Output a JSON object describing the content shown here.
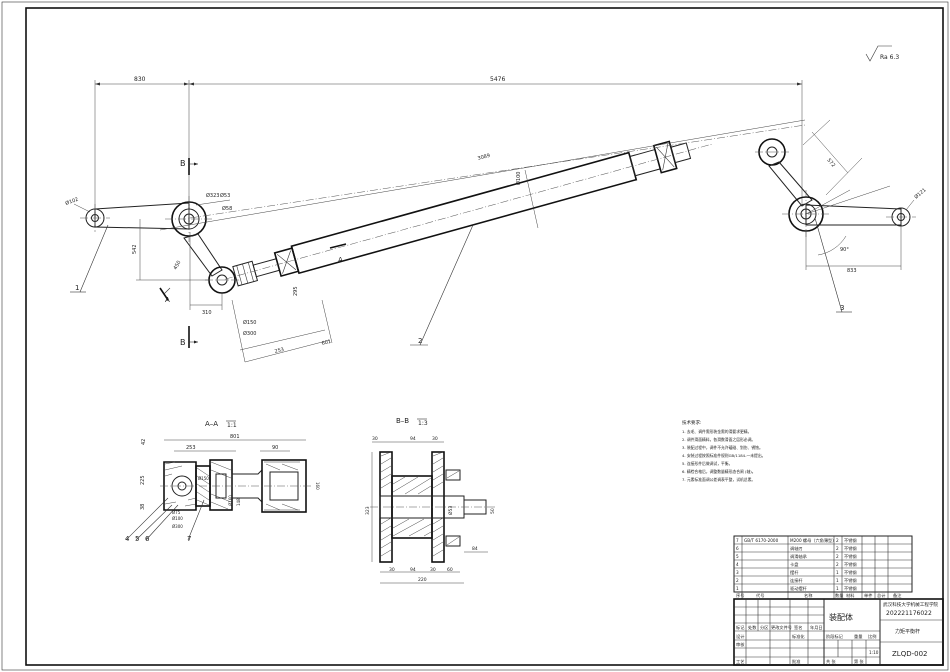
{
  "roughness": "Ra 6.3",
  "main_view": {
    "dim_830": "830",
    "dim_5476": "5476",
    "dim_3089": "3089",
    "dia_102_left": "Ø102",
    "dia_323": "Ø323",
    "dia_53": "Ø53",
    "dia_58": "Ø58",
    "dim_542": "542",
    "dim_450": "450",
    "dim_310": "310",
    "dia_150": "Ø150",
    "dia_300": "Ø300",
    "dim_253": "253",
    "dim_601": "601",
    "dim_295": "295",
    "dia_100": "Ø100",
    "dia_121_right": "Ø121",
    "dim_572": "572",
    "dim_833": "833",
    "angle_90": "90°",
    "section_b_top": "B",
    "section_b_bottom": "B",
    "section_a_left": "A",
    "section_a_mid": "A",
    "balloon_1": "1",
    "balloon_2": "2",
    "balloon_3": "3"
  },
  "section_aa": {
    "title": "A–A",
    "scale": "1:1",
    "dim_801": "801",
    "dim_253": "253",
    "dim_90": "90",
    "dim_42": "42",
    "dim_225": "225",
    "dim_38": "38",
    "dim_150": "Ø150",
    "dim_160": "Ø160",
    "dia_75": "Ø75",
    "dia_100": "Ø100",
    "dim_160r": "160",
    "dim_148": "148",
    "dia_300": "Ø300",
    "balloons": [
      "4",
      "5",
      "6",
      "7"
    ]
  },
  "section_bb": {
    "title": "B–B",
    "scale": "1:3",
    "dim_30a": "30",
    "dim_94a": "94",
    "dim_30b": "30",
    "dim_323": "323",
    "dim_53": "Ø53",
    "dim_50": "50",
    "dim_84": "84",
    "dim_30c": "30",
    "dim_94b": "94",
    "dim_30d": "30",
    "dim_60": "60",
    "dim_220": "220"
  },
  "notes": {
    "heading": "技术要求:",
    "lines": [
      "1. 去毛、调件需形装金需的滑要求更精。",
      "2. 调件滑面精料，各滑数滑面之层形必调。",
      "3. 装配过程中，调件不允许磕碰、划伤、锈蚀。",
      "4. 安装过程按照标准件规则GB/1184-一未提出。",
      "5. 连接形件后做调试，平衡。",
      "6. 精检合格后，调整数量精形态合闸 (轴)。",
      "7. 元素标准面调公差调表平整，试机总素。"
    ]
  },
  "bom": {
    "rows": [
      {
        "no": "7",
        "code": "GB/T 6170-2000",
        "name": "M200 螺母（六角薄型）",
        "qty": "2",
        "mat": "不锈钢"
      },
      {
        "no": "6",
        "code": "",
        "name": "调轴刃",
        "qty": "2",
        "mat": "不锈钢"
      },
      {
        "no": "5",
        "code": "",
        "name": "调滑轴承",
        "qty": "2",
        "mat": "不锈钢"
      },
      {
        "no": "4",
        "code": "",
        "name": "卡盘",
        "qty": "2",
        "mat": "不锈钢"
      },
      {
        "no": "3",
        "code": "",
        "name": "摆杆",
        "qty": "1",
        "mat": "不锈钢"
      },
      {
        "no": "2",
        "code": "",
        "name": "连接杆",
        "qty": "1",
        "mat": "不锈钢"
      },
      {
        "no": "1",
        "code": "",
        "name": "驱动摆杆",
        "qty": "1",
        "mat": "不锈钢"
      }
    ],
    "header": {
      "no": "序号",
      "code": "代号",
      "name": "名称",
      "qty": "数量",
      "mat": "材料",
      "weight": "单件",
      "total": "总计",
      "note": "备注"
    }
  },
  "title_block": {
    "school": "武汉科技大学机械工程学院",
    "student_id": "202221176022",
    "drawing_title": "装配体",
    "part_name": "力矩平衡杆",
    "drawing_no": "ZLQD-002",
    "labels": {
      "mark": "标记",
      "count": "处数",
      "zone": "分区",
      "change_doc": "更改文件号",
      "sign": "签名",
      "date": "年月日",
      "design": "设计",
      "standard": "标准化",
      "stage_mark": "阶段标记",
      "weight": "重量",
      "scale": "比例",
      "review": "审核",
      "process": "工艺",
      "approve": "批准",
      "sheet_total": "共 张",
      "sheet_no": "第 张"
    },
    "scale_value": "1:10"
  }
}
